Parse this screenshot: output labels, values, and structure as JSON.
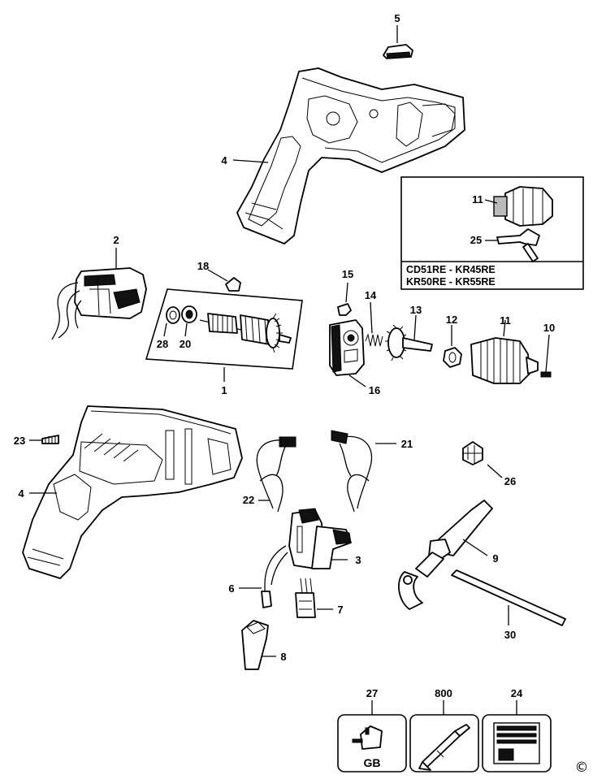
{
  "labels": {
    "p5": "5",
    "p4_top": "4",
    "p11_box": "11",
    "p25": "25",
    "p2": "2",
    "p18": "18",
    "p28": "28",
    "p20": "20",
    "p1": "1",
    "p15": "15",
    "p14": "14",
    "p13": "13",
    "p12": "12",
    "p11": "11",
    "p10": "10",
    "p16": "16",
    "p23": "23",
    "p4": "4",
    "p22": "22",
    "p21": "21",
    "p26": "26",
    "p3": "3",
    "p9": "9",
    "p6": "6",
    "p7": "7",
    "p8": "8",
    "p30": "30",
    "p27": "27",
    "p800": "800",
    "p24": "24"
  },
  "model_box": {
    "line1": "CD51RE - KR45RE",
    "line2": "KR50RE - KR55RE"
  },
  "plug_label": "GB",
  "copyright": "©"
}
